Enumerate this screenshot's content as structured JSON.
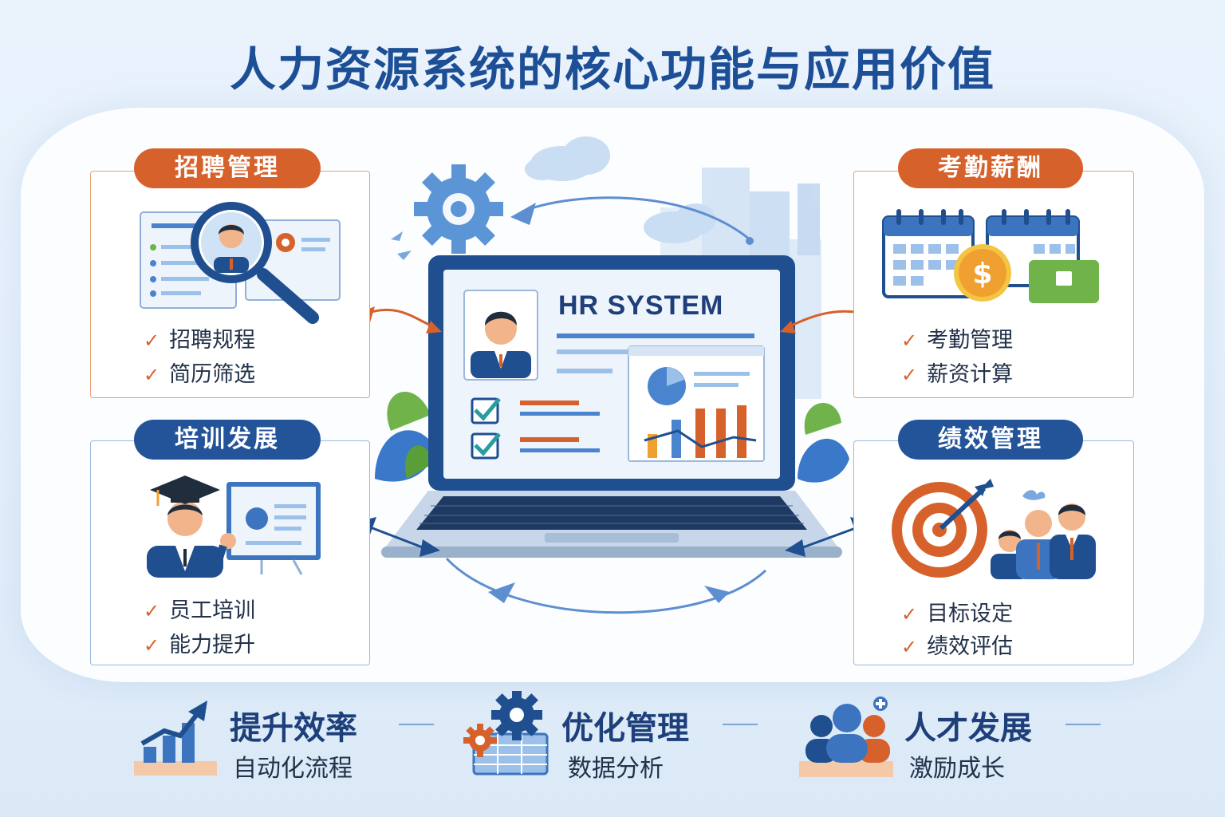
{
  "title": "人力资源系统的核心功能与应用价值",
  "center": {
    "screen_label": "HR SYSTEM"
  },
  "panels": [
    {
      "id": "top-left",
      "title": "招聘管理",
      "items": [
        "招聘规程",
        "简历筛选"
      ]
    },
    {
      "id": "top-right",
      "title": "考勤薪酬",
      "items": [
        "考勤管理",
        "薪资计算"
      ]
    },
    {
      "id": "bottom-left",
      "title": "培训发展",
      "items": [
        "员工培训",
        "能力提升"
      ]
    },
    {
      "id": "bottom-right",
      "title": "绩效管理",
      "items": [
        "目标设定",
        "绩效评估"
      ]
    }
  ],
  "benefits": [
    {
      "title": "提升效率",
      "subtitle": "自动化流程"
    },
    {
      "title": "优化管理",
      "subtitle": "数据分析"
    },
    {
      "title": "人才发展",
      "subtitle": "激励成长"
    }
  ],
  "colors": {
    "title": "#1d4f97",
    "accent_orange": "#d7612b",
    "accent_blue": "#23549a",
    "card_border_orange": "#e7a07a",
    "card_border_blue": "#9db9dd"
  },
  "icons": {
    "recruit": "magnifier-resume-icon",
    "attendance": "calendar-money-icon",
    "training": "graduate-presentation-icon",
    "performance": "target-team-icon",
    "efficiency": "rising-bar-chart-icon",
    "management": "gears-document-icon",
    "talent": "team-people-icon"
  }
}
